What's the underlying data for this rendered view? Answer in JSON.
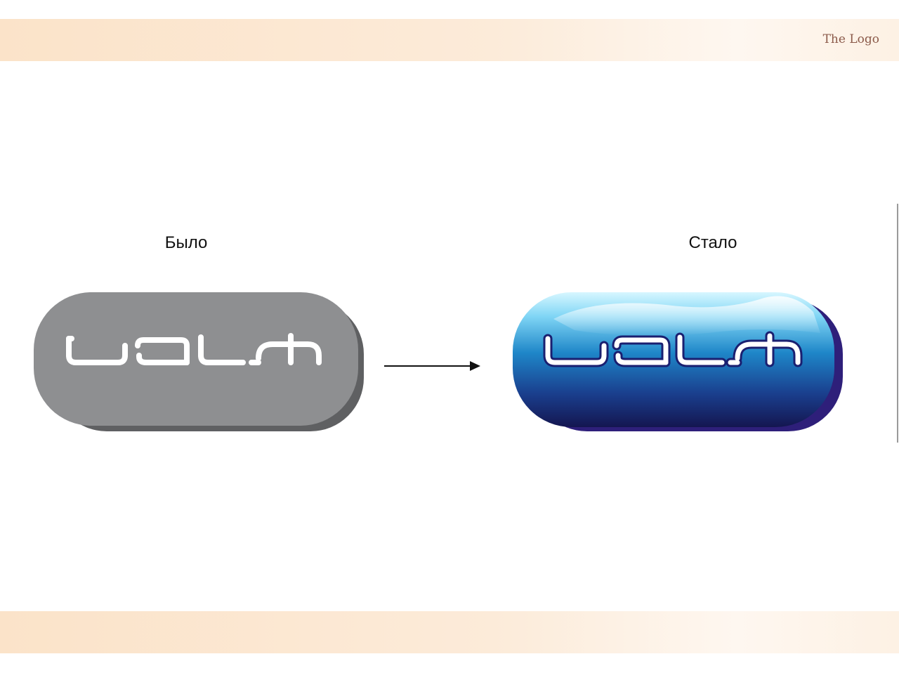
{
  "header": {
    "title": "The Logo"
  },
  "comparison": {
    "before_label": "Было",
    "after_label": "Стало"
  },
  "logos": {
    "before": {
      "wordmark_icon": "ualt-wordmark-gray",
      "fill_color": "#8e8f91",
      "shadow_color": "#5f6062"
    },
    "after": {
      "wordmark_icon": "ualt-wordmark-blue",
      "top_color": "#9ee6ff",
      "mid_color": "#1e7fc0",
      "bottom_color": "#161a5a",
      "shadow_color": "#2e1f7a"
    }
  },
  "arrow_icon": "right-arrow-icon",
  "colors": {
    "band": "#fbe3c9",
    "title_text": "#8b5a4a"
  }
}
